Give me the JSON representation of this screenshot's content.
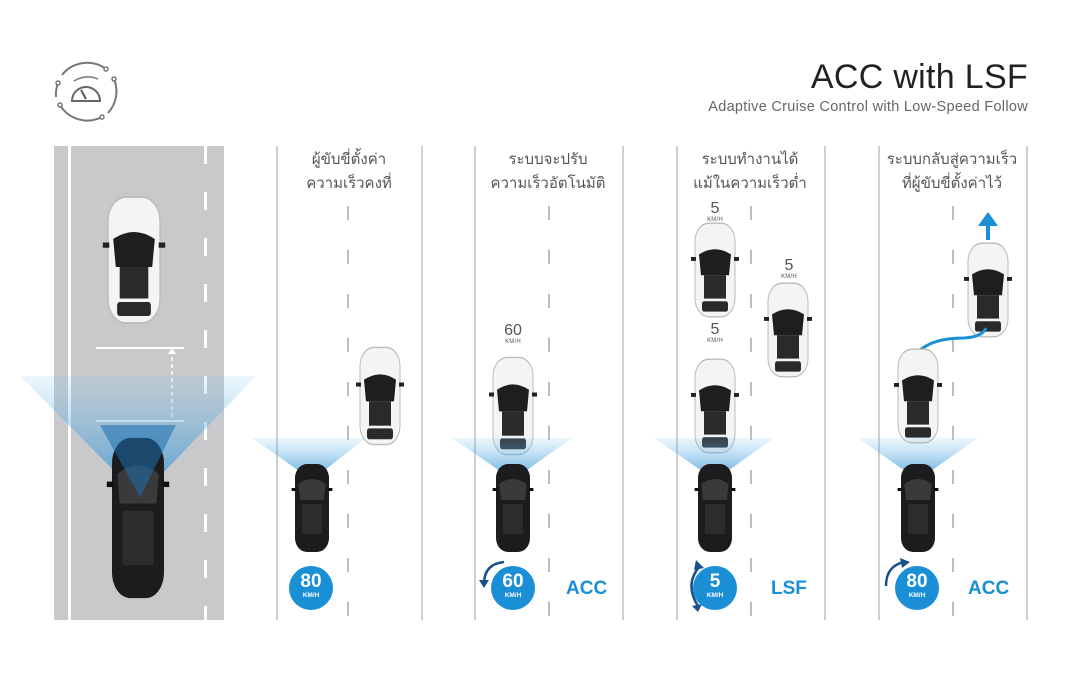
{
  "header": {
    "title": "ACC with LSF",
    "subtitle": "Adaptive Cruise Control with Low-Speed Follow",
    "logo_icon": "speedometer-icon"
  },
  "panels": [
    {
      "caption_line1": "ผู้ขับขี่ตั้งค่า",
      "caption_line2": "ความเร็วคงที่",
      "badge_speed": "80",
      "badge_unit": "KM/H",
      "mode": "",
      "speed_change": "none"
    },
    {
      "caption_line1": "ระบบจะปรับ",
      "caption_line2": "ความเร็วอัตโนมัติ",
      "lead_speed": "60",
      "lead_unit": "KM/H",
      "badge_speed": "60",
      "badge_unit": "KM/H",
      "mode": "ACC",
      "speed_change": "decrease"
    },
    {
      "caption_line1": "ระบบทำงานได้",
      "caption_line2": "แม้ในความเร็วต่ำ",
      "lead_speeds": [
        {
          "value": "5",
          "unit": "KM/H"
        },
        {
          "value": "5",
          "unit": "KM/H"
        },
        {
          "value": "5",
          "unit": "KM/H"
        }
      ],
      "badge_speed": "5",
      "badge_unit": "KM/H",
      "mode": "LSF",
      "speed_change": "stop-and-go"
    },
    {
      "caption_line1": "ระบบกลับสู่ความเร็ว",
      "caption_line2": "ที่ผู้ขับขี่ตั้งค่าไว้",
      "badge_speed": "80",
      "badge_unit": "KM/H",
      "mode": "ACC",
      "speed_change": "increase"
    }
  ],
  "colors": {
    "accent": "#1b8fd6",
    "road": "#c9c9cb",
    "dark_arrow": "#1a4f8c"
  }
}
